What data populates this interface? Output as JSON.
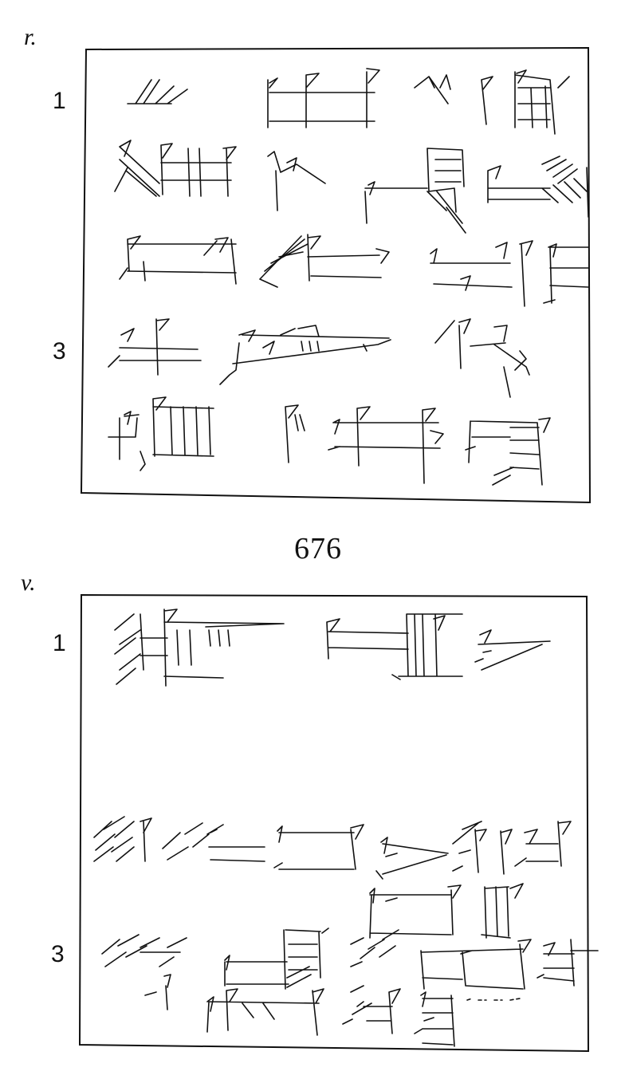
{
  "obverse": {
    "side_label": "r.",
    "line_numbers": [
      "1",
      "3"
    ]
  },
  "plate_number": "676",
  "reverse": {
    "side_label": "v.",
    "line_numbers": [
      "1",
      "3"
    ]
  }
}
